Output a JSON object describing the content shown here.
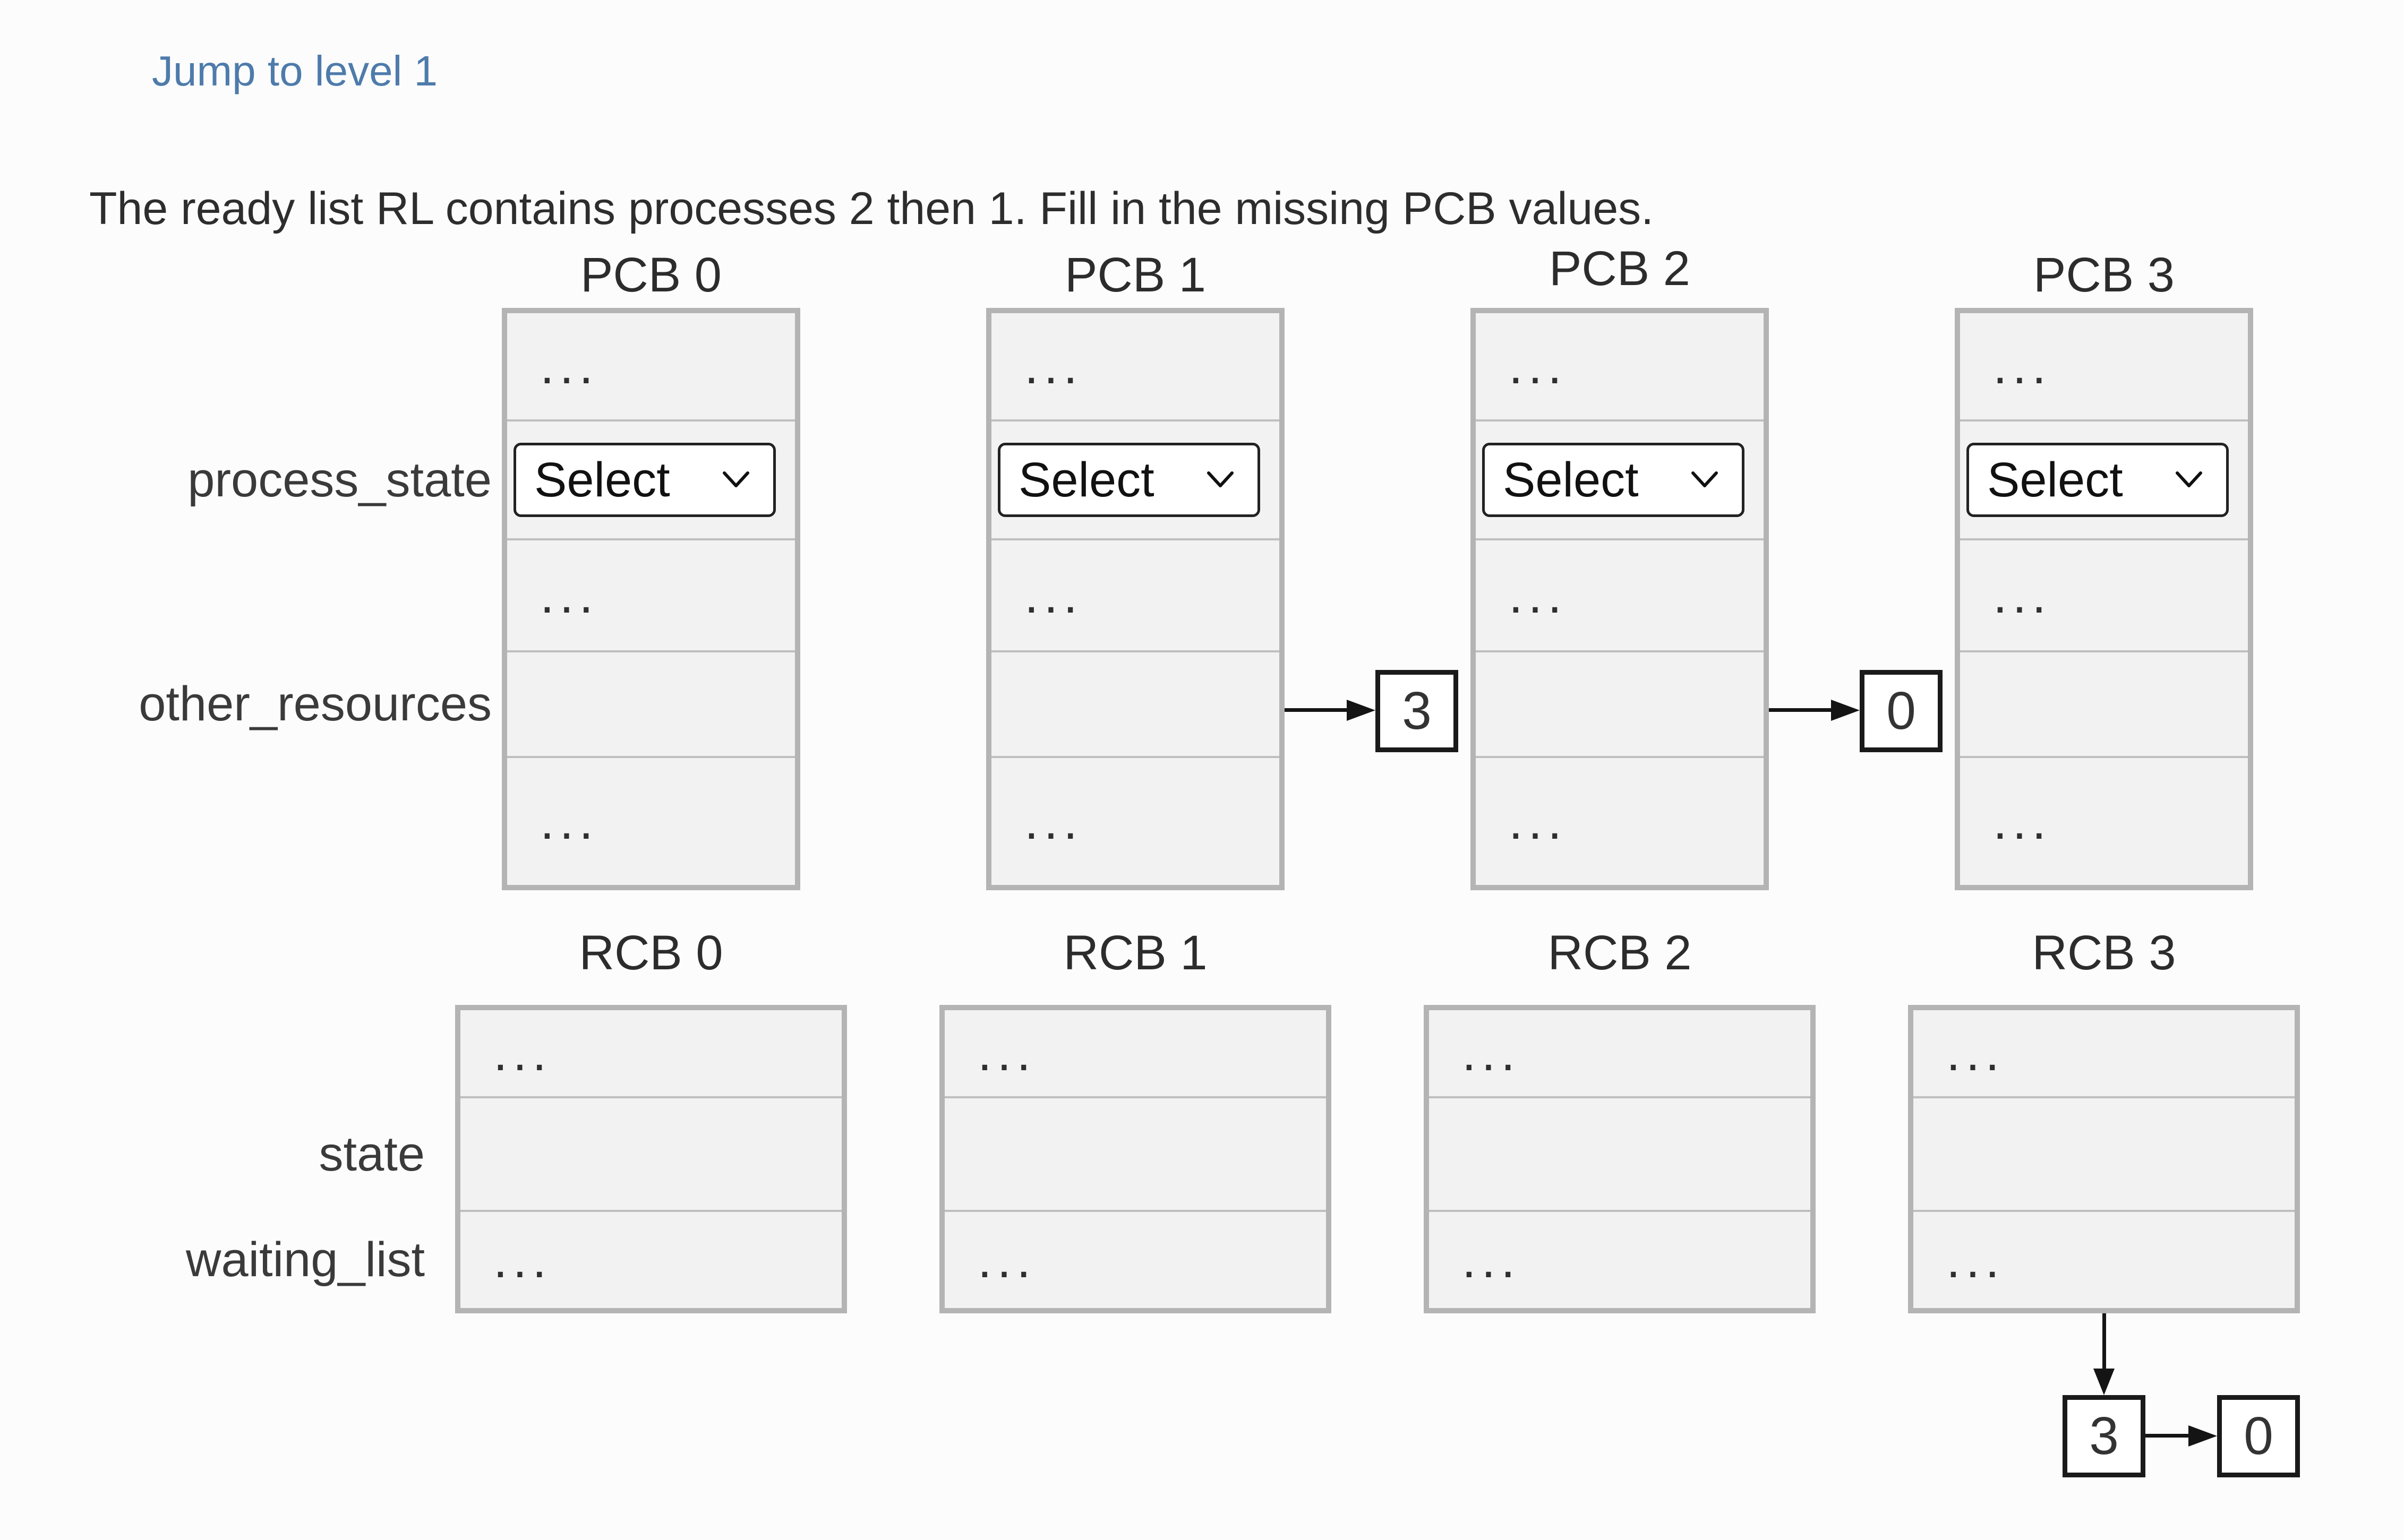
{
  "link": {
    "label": "Jump to level 1"
  },
  "prompt": {
    "text": "The ready list RL contains processes 2 then 1. Fill in the missing PCB values."
  },
  "ui": {
    "ellipsis": "...",
    "select_label": "Select",
    "chevron_icon": "chevron-down"
  },
  "colors": {
    "link": "#4e7bab",
    "block_border": "#b4b4b4",
    "row_separator": "#bfbfbf",
    "cell_background": "#f2f2f2",
    "arrow_line": "#141414"
  },
  "pcb": {
    "titles": [
      "PCB 0",
      "PCB 1",
      "PCB 2",
      "PCB 3"
    ],
    "row_labels": [
      "process_state",
      "other_resources"
    ],
    "pointer_values": [
      "3",
      "0"
    ]
  },
  "rcb": {
    "titles": [
      "RCB 0",
      "RCB 1",
      "RCB 2",
      "RCB 3"
    ],
    "row_labels": [
      "state",
      "waiting_list"
    ],
    "pointer_values": [
      "3",
      "0"
    ]
  }
}
